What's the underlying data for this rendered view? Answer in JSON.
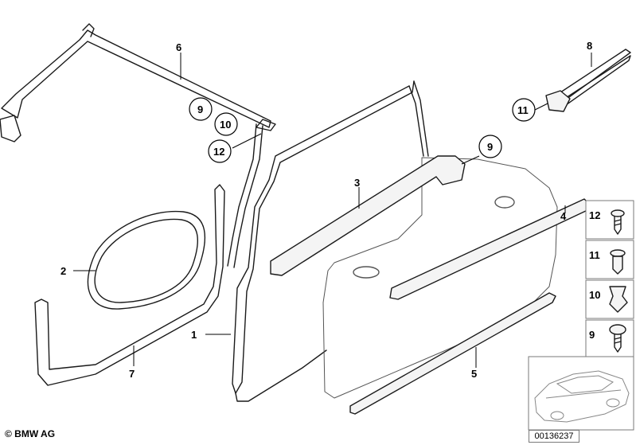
{
  "callouts": {
    "c1": "1",
    "c2": "2",
    "c3": "3",
    "c4": "4",
    "c5": "5",
    "c6": "6",
    "c7": "7",
    "c8": "8",
    "c9a": "9",
    "c10": "10",
    "c12": "12",
    "c9b": "9",
    "c11": "11"
  },
  "legend": {
    "l12": "12",
    "l11": "11",
    "l10": "10",
    "l9": "9"
  },
  "footer": {
    "copyright": "© BMW AG",
    "doc_id": "00136237"
  }
}
